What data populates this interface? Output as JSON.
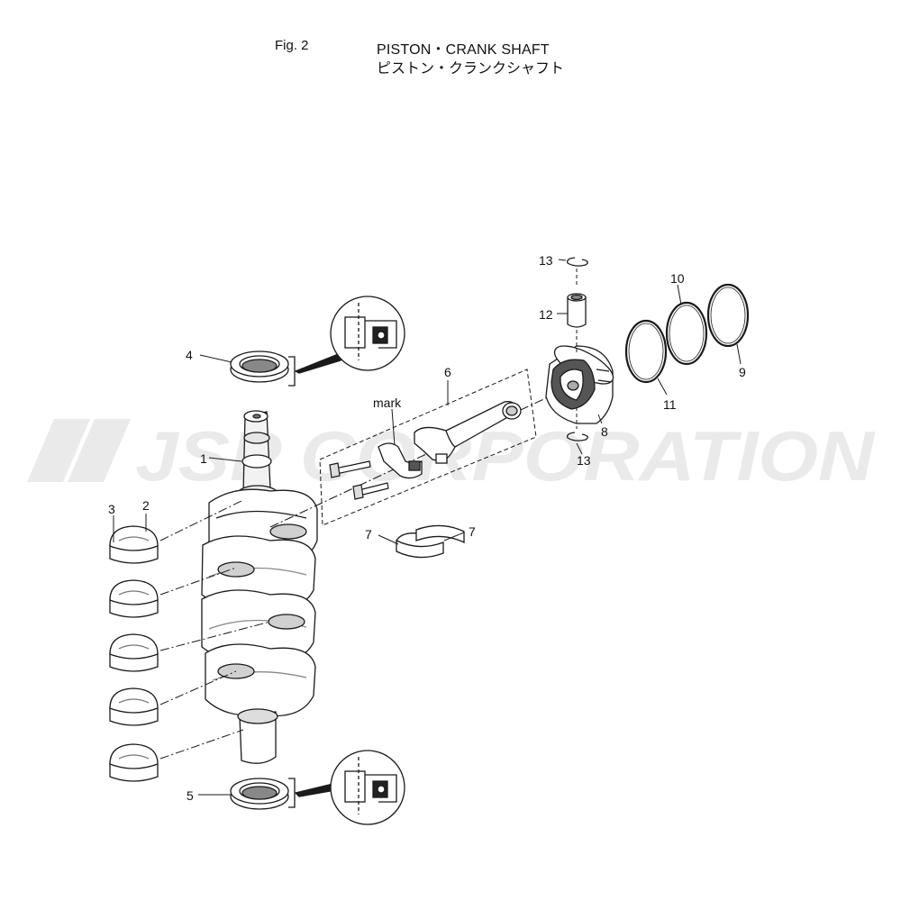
{
  "header": {
    "fig_no": "Fig. 2",
    "title_en": "PISTON・CRANK SHAFT",
    "title_jp": "ピストン・クランクシャフト"
  },
  "watermark": {
    "text": "JSP CORPORATION",
    "color": "#e6e6e6"
  },
  "callouts": {
    "c1": "1",
    "c2": "2",
    "c3": "3",
    "c4": "4",
    "c5": "5",
    "c6": "6",
    "c7a": "7",
    "c7b": "7",
    "c8": "8",
    "c9": "9",
    "c10": "10",
    "c11": "11",
    "c12": "12",
    "c13a": "13",
    "c13b": "13",
    "mark": "mark"
  },
  "colors": {
    "line": "#1a1a1a",
    "part_fill": "#ffffff",
    "shade": "#bdbdbd",
    "dark": "#555555"
  }
}
